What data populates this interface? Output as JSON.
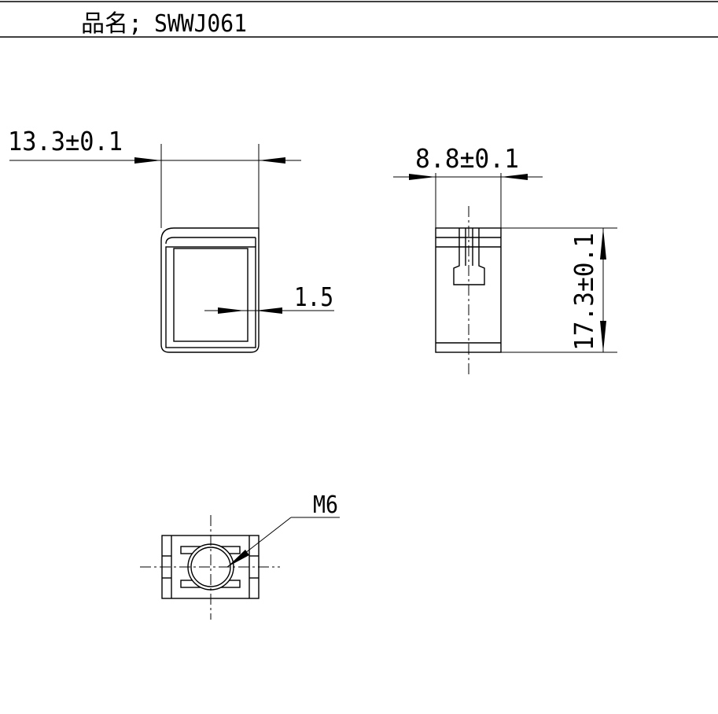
{
  "header": {
    "product_label": "品名;",
    "product_code": "SWWJ061"
  },
  "dimensions": {
    "front_width": "13.3±0.1",
    "wall_thickness": "1.5",
    "side_width": "8.8±0.1",
    "side_height": "17.3±0.1",
    "thread": "M6"
  },
  "colors": {
    "line": "#000000",
    "background": "#ffffff"
  }
}
